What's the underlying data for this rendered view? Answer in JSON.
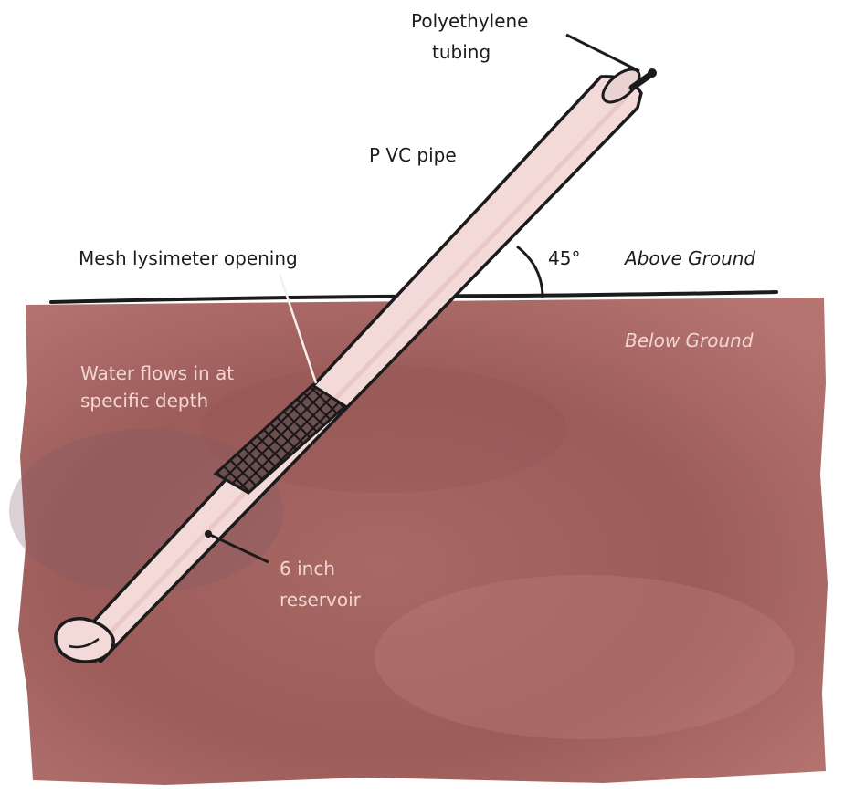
{
  "labels": {
    "tubing_line1": "Polyethylene",
    "tubing_line2": "tubing",
    "pvc_pipe": "P VC pipe",
    "mesh_opening": "Mesh lysimeter opening",
    "angle": "45°",
    "above_ground": "Above Ground",
    "below_ground": "Below Ground",
    "water_line1": "Water flows in at",
    "water_line2": "specific depth",
    "reservoir_line1": "6 inch",
    "reservoir_line2": "reservoir"
  },
  "colors": {
    "soil": "#a0605c",
    "soil_dark": "#8c4f4f",
    "pipe": "#f3d9d7",
    "outline": "#1b1b1b",
    "mesh": "#3a2a2a",
    "light_text": "#f2d6d2"
  }
}
